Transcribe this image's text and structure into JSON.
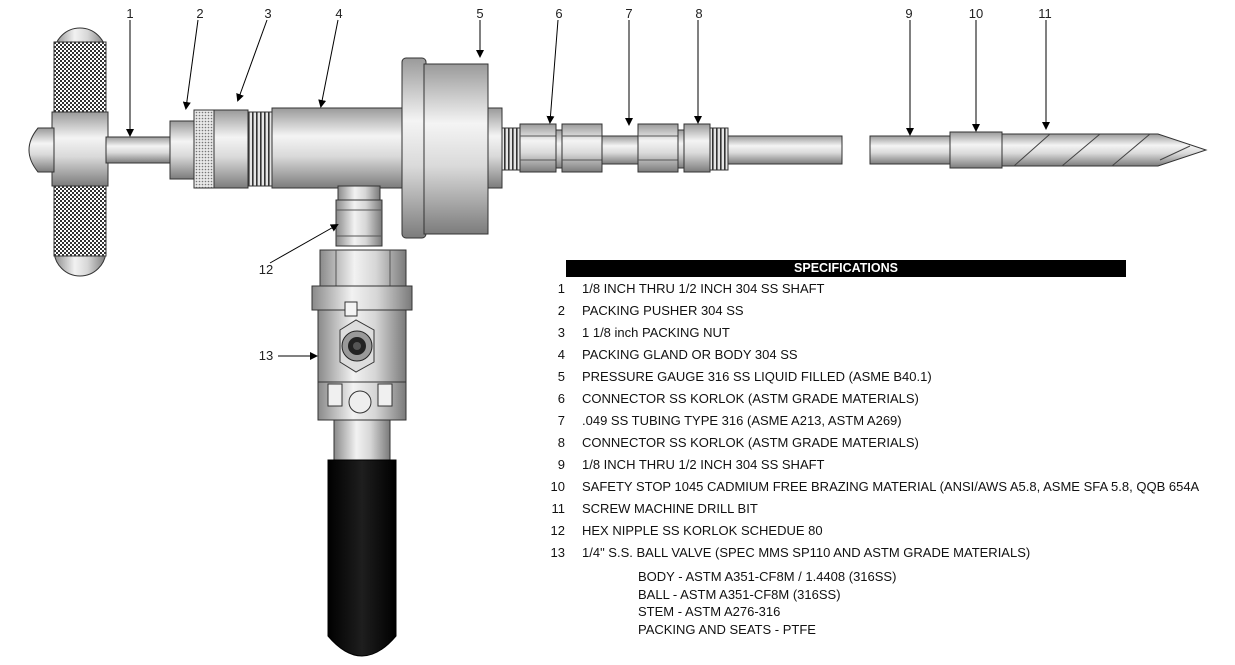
{
  "callouts": [
    "1",
    "2",
    "3",
    "4",
    "5",
    "6",
    "7",
    "8",
    "9",
    "10",
    "11",
    "12",
    "13"
  ],
  "specifications": {
    "title": "SPECIFICATIONS",
    "items": [
      {
        "num": "1",
        "text": "1/8 INCH THRU 1/2 INCH 304 SS SHAFT"
      },
      {
        "num": "2",
        "text": "PACKING PUSHER 304 SS"
      },
      {
        "num": "3",
        "text": "1 1/8 inch PACKING NUT"
      },
      {
        "num": "4",
        "text": "PACKING GLAND OR BODY 304 SS"
      },
      {
        "num": "5",
        "text": "PRESSURE GAUGE 316 SS LIQUID FILLED (ASME B40.1)"
      },
      {
        "num": "6",
        "text": "CONNECTOR SS KORLOK (ASTM GRADE MATERIALS)"
      },
      {
        "num": "7",
        "text": ".049 SS TUBING TYPE 316 (ASME A213, ASTM A269)"
      },
      {
        "num": "8",
        "text": "CONNECTOR SS KORLOK (ASTM GRADE MATERIALS)"
      },
      {
        "num": "9",
        "text": "1/8 INCH THRU 1/2 INCH 304 SS SHAFT"
      },
      {
        "num": "10",
        "text": "SAFETY STOP 1045 CADMIUM FREE BRAZING MATERIAL (ANSI/AWS A5.8, ASME SFA 5.8, QQB 654A"
      },
      {
        "num": "11",
        "text": "SCREW MACHINE DRILL BIT"
      },
      {
        "num": "12",
        "text": "HEX NIPPLE SS KORLOK SCHEDUE 80"
      },
      {
        "num": "13",
        "text": "1/4\" S.S. BALL VALVE (SPEC MMS SP110 AND ASTM GRADE MATERIALS)"
      }
    ],
    "sub_items": [
      "BODY - ASTM A351-CF8M / 1.4408 (316SS)",
      "BALL - ASTM A351-CF8M (316SS)",
      "STEM - ASTM A276-316",
      "PACKING AND SEATS - PTFE"
    ]
  },
  "footer": "",
  "colors": {
    "metal_light": "#f2f2f2",
    "metal_mid": "#c8c8c8",
    "metal_dark": "#8a8a8a",
    "handle": "#000000",
    "header_bg": "#000000"
  }
}
